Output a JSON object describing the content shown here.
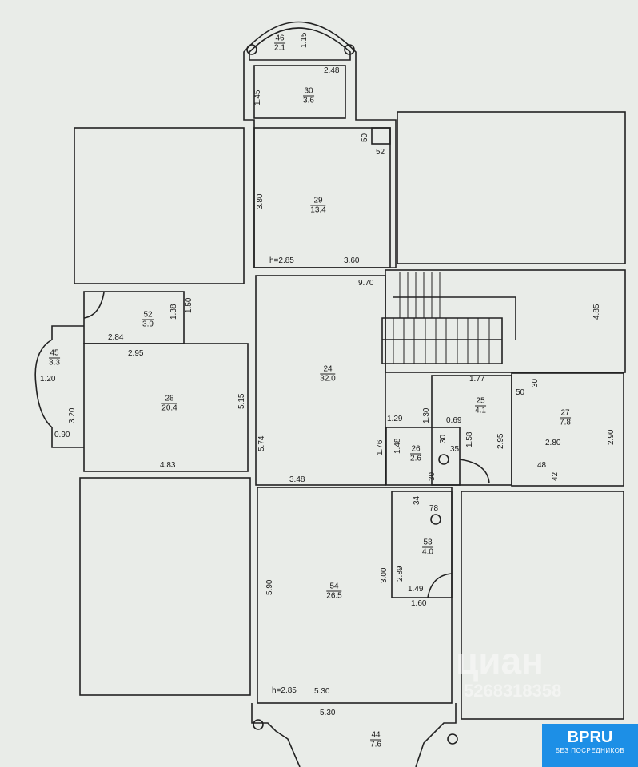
{
  "rooms": [
    {
      "number": "46",
      "area": "2.1"
    },
    {
      "number": "30",
      "area": "3.6"
    },
    {
      "number": "29",
      "area": "13.4"
    },
    {
      "number": "52",
      "area": "3.9"
    },
    {
      "number": "45",
      "area": "3.3"
    },
    {
      "number": "28",
      "area": "20.4"
    },
    {
      "number": "24",
      "area": "32.0"
    },
    {
      "number": "25",
      "area": "4.1"
    },
    {
      "number": "26",
      "area": "2.6"
    },
    {
      "number": "27",
      "area": "7.8"
    },
    {
      "number": "53",
      "area": "4.0"
    },
    {
      "number": "54",
      "area": "26.5"
    },
    {
      "number": "44",
      "area": "7.6"
    }
  ],
  "dimensions": [
    "1.15",
    "2.48",
    "1.45",
    "50",
    "52",
    "3.80",
    "h=2.85",
    "3.60",
    "9.70",
    "1.38",
    "1.50",
    "2.84",
    "2.95",
    "1.20",
    "3.20",
    "0.90",
    "5.15",
    "4.83",
    "5.74",
    "3.48",
    "4.85",
    "1.77",
    "30",
    "50",
    "1.30",
    "1.29",
    "0.69",
    "1.76",
    "1.48",
    "30",
    "35",
    "30",
    "1.58",
    "2.95",
    "2.80",
    "2.90",
    "48",
    "42",
    "34",
    "78",
    "3.00",
    "2.89",
    "1.49",
    "1.60",
    "5.90",
    "h=2.85",
    "5.30",
    "5.30"
  ],
  "watermark": {
    "brand": "циан",
    "phone": "5268318358"
  },
  "badge": {
    "name": "BPRU",
    "tagline": "БЕЗ ПОСРЕДНИКОВ"
  }
}
